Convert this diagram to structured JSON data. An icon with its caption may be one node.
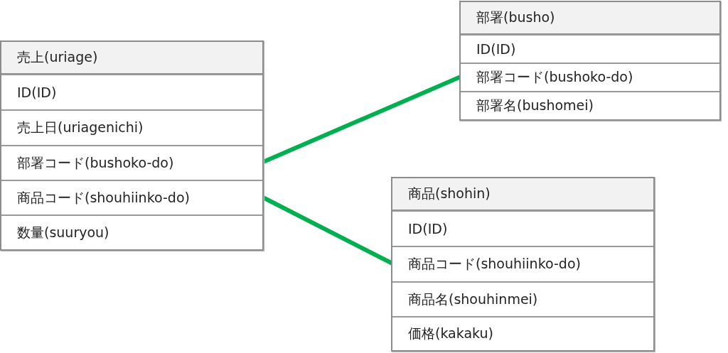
{
  "diagram": {
    "nodes": [
      {
        "text": [
          "売上(uriage)"
        ]
      },
      {
        "text": [
          "ID(ID)"
        ],
        "in": 0
      },
      {
        "text": [
          "売上日(uriagenichi)"
        ],
        "in": 0
      },
      {
        "text": [
          "部署コード(bushoko-do)"
        ],
        "in": 0
      },
      {
        "text": [
          "商品コード(shouhiinko-do)"
        ],
        "in": 0
      },
      {
        "text": [
          "数量(suuryou)"
        ],
        "in": 0
      },
      {
        "text": [
          "部署(busho)"
        ]
      },
      {
        "text": [
          "ID(ID)"
        ],
        "in": 6
      },
      {
        "text": [
          "部署コード(bushoko-do)"
        ],
        "in": 6
      },
      {
        "text": [
          "部署名(bushomei)"
        ],
        "in": 6
      },
      {
        "text": [
          "商品(shohin)"
        ]
      },
      {
        "text": [
          "ID(ID)"
        ],
        "in": 10
      },
      {
        "text": [
          "商品コード(shouhiinko-do)"
        ],
        "in": 10
      },
      {
        "text": [
          "商品名(shouhinmei)"
        ],
        "in": 10
      },
      {
        "text": [
          "価格(kakaku)"
        ],
        "in": 10
      }
    ],
    "edges": [
      {
        "from": 3,
        "to": 8,
        "arrow": "none"
      },
      {
        "from": 4,
        "to": 12,
        "arrow": "none"
      }
    ]
  }
}
